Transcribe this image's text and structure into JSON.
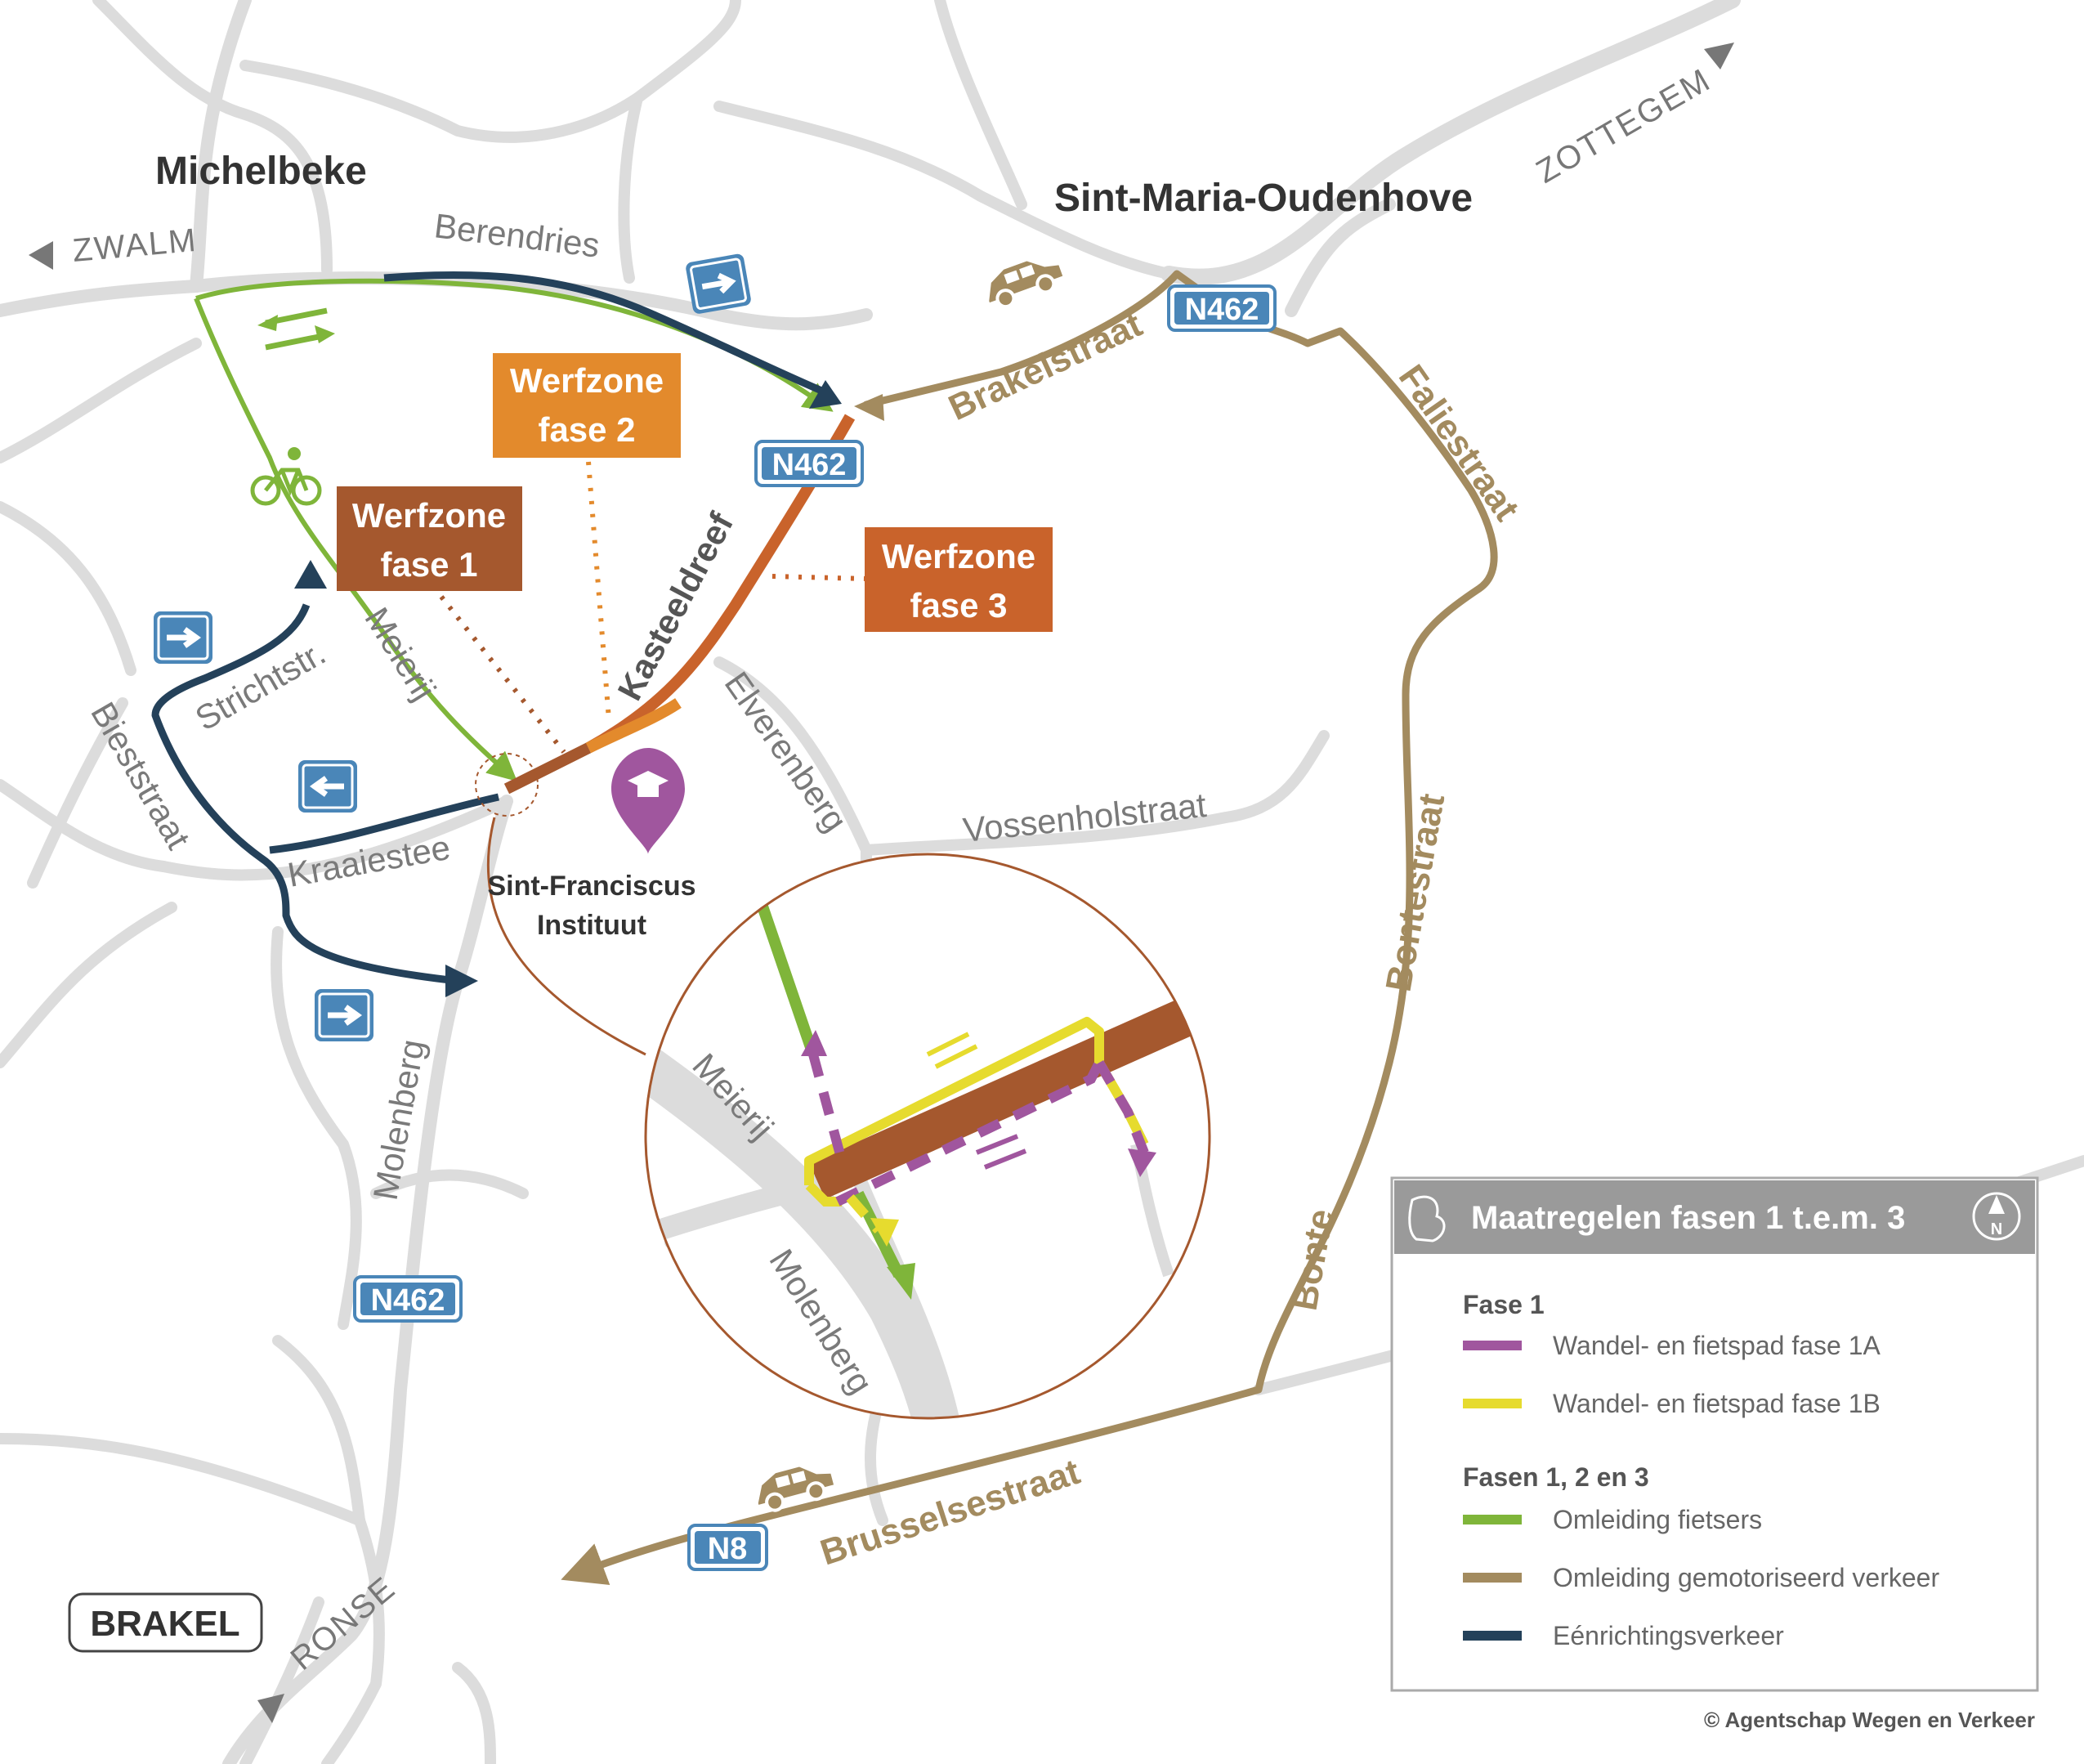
{
  "places": {
    "michelbeke": "Michelbeke",
    "sint_maria_oudenhove": "Sint-Maria-Oudenhove",
    "brakel": "BRAKEL"
  },
  "directions": {
    "zwalm": "ZWALM",
    "zottegem": "ZOTTEGEM",
    "ronse": "RONSE"
  },
  "streets": {
    "berendries": "Berendries",
    "brakelstraat": "Brakelstraat",
    "faliestraat": "Faliestraat",
    "kasteeldreef": "Kasteeldreef",
    "elverenberg": "Elverenberg",
    "vossenholstraat": "Vossenholstraat",
    "strichtstr": "Strichtstr.",
    "meierij": "Meierij",
    "bieststraat": "Bieststraat",
    "kraaiestee": "Kraaiestee",
    "molenberg": "Molenberg",
    "bontestraat": "Bontestraat",
    "bonte": "Bonte",
    "brusselsestraat": "Brusselsestraat"
  },
  "route_shields": {
    "n462_top": "N462",
    "n462_mid": "N462",
    "n462_low": "N462",
    "n8": "N8"
  },
  "work_zones": {
    "fase2_line1": "Werfzone",
    "fase2_line2": "fase 2",
    "fase1_line1": "Werfzone",
    "fase1_line2": "fase 1",
    "fase3_line1": "Werfzone",
    "fase3_line2": "fase 3"
  },
  "poi": {
    "line1": "Sint-Franciscus",
    "line2": "Instituut"
  },
  "inset": {
    "meierij": "Meierij",
    "molenberg": "Molenberg"
  },
  "legend": {
    "title": "Maatregelen fasen 1 t.e.m. 3",
    "north": "N",
    "group1": "Fase 1",
    "item_1a": "Wandel- en fietspad fase 1A",
    "item_1b": "Wandel- en fietspad fase 1B",
    "group2": "Fasen 1, 2 en 3",
    "item_bike": "Omleiding fietsers",
    "item_motor": "Omleiding gemotoriseerd verkeer",
    "item_oneway": "Eénrichtingsverkeer"
  },
  "colors": {
    "purple": "#a0569e",
    "yellow": "#e6db2e",
    "green": "#7fb53a",
    "tan": "#a38b5f",
    "navy": "#24415a",
    "brown": "#a5582e",
    "orange": "#e38a2c",
    "orange_dark": "#c9632b",
    "blue_sign": "#4a86b8"
  },
  "copyright": "© Agentschap Wegen en Verkeer"
}
